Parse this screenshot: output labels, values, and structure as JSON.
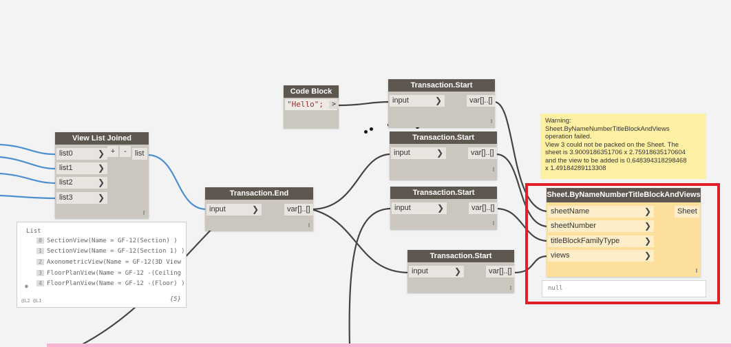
{
  "nodes": {
    "code_block": {
      "title": "Code Block",
      "value": "\"Hello\";",
      "out": ">"
    },
    "view_list_joined": {
      "title": "View List Joined",
      "inputs": [
        "list0",
        "list1",
        "list2",
        "list3"
      ],
      "plus": "+",
      "minus": "-",
      "output": "list"
    },
    "transaction_end": {
      "title": "Transaction.End",
      "input": "input",
      "output": "var[]..[]"
    },
    "transaction_start_1": {
      "title": "Transaction.Start",
      "input": "input",
      "output": "var[]..[]"
    },
    "transaction_start_2": {
      "title": "Transaction.Start",
      "input": "input",
      "output": "var[]..[]"
    },
    "transaction_start_3": {
      "title": "Transaction.Start",
      "input": "input",
      "output": "var[]..[]"
    },
    "transaction_start_4": {
      "title": "Transaction.Start",
      "input": "input",
      "output": "var[]..[]"
    },
    "sheet": {
      "title": "Sheet.ByNameNumberTitleBlockAndViews",
      "inputs": [
        "sheetName",
        "sheetNumber",
        "titleBlockFamilyType",
        "views"
      ],
      "output": "Sheet",
      "preview": "null"
    }
  },
  "preview_list": {
    "title": "List",
    "items": [
      {
        "index": "0",
        "text": "SectionView(Name = GF-12(Section) )"
      },
      {
        "index": "1",
        "text": "SectionView(Name = GF-12(Section 1) )"
      },
      {
        "index": "2",
        "text": "AxonometricView(Name = GF-12(3D View"
      },
      {
        "index": "3",
        "text": "FloorPlanView(Name = GF-12 -(Ceiling"
      },
      {
        "index": "4",
        "text": "FloorPlanView(Name = GF-12 -(Floor) )"
      }
    ],
    "levels": "@L2 @L1",
    "count": "{5}"
  },
  "warning": {
    "lines": [
      "Warning:",
      "Sheet.ByNameNumberTitleBlockAndViews",
      "operation failed.",
      "View 3 could not be packed on the Sheet.  The",
      "sheet is 3.9009186351706 x 2.75918635170604",
      "and the view to be added is 0.648394318298468",
      "x 1.49184289113308"
    ]
  },
  "colors": {
    "wire": "#444444",
    "wire_selected": "#4a90d0",
    "node_header": "#5d5750",
    "warning_bg": "#fdf0a3",
    "highlight": "#e01f27",
    "sheet_body": "#fcdf9a"
  }
}
